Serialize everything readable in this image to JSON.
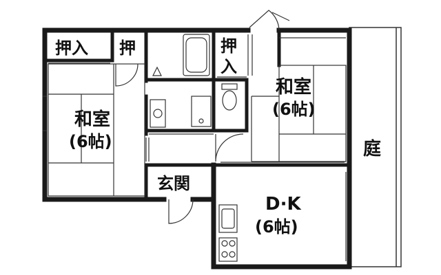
{
  "floorplan": {
    "rooms": {
      "closet_left": "押入",
      "closet_small": "押",
      "closet_center": "押",
      "closet_center_2": "入",
      "washitsu_left": "和室",
      "washitsu_left_size": "(6帖)",
      "washitsu_right": "和室",
      "washitsu_right_size": "(6帖)",
      "entrance": "玄関",
      "dk": "D·K",
      "dk_size": "(6帖)",
      "garden": "庭"
    },
    "colors": {
      "wall": "#1a1a1a",
      "line": "#333333",
      "background": "#ffffff"
    }
  }
}
